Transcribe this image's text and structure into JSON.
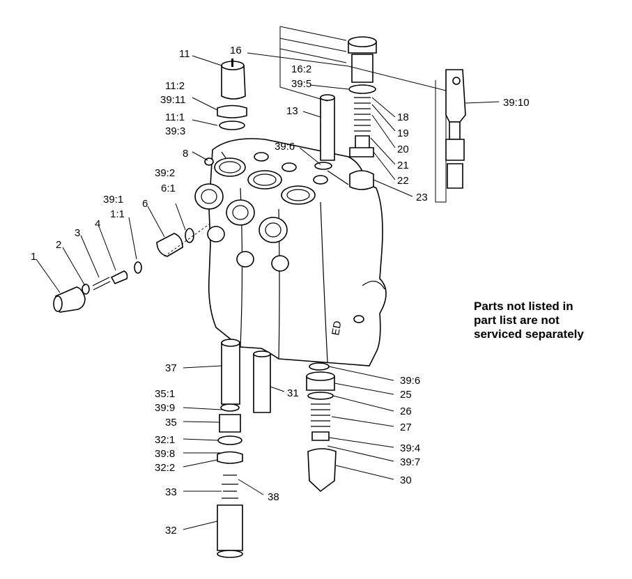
{
  "note": {
    "lines": [
      "Parts not listed in",
      "part list are not",
      "serviced separately"
    ]
  },
  "labels": {
    "p1": "1",
    "p2": "2",
    "p3": "3",
    "p4": "4",
    "p1_1": "1:1",
    "p39_1": "39:1",
    "p6": "6",
    "p39_2": "39:2",
    "p6_1": "6:1",
    "p8": "8",
    "p11": "11",
    "p11_2": "11:2",
    "p39_11": "39:11",
    "p11_1": "11:1",
    "p39_3": "39:3",
    "p16": "16",
    "p16_2": "16:2",
    "p39_5": "39:5",
    "p13": "13",
    "p39_6a": "39:6",
    "p18": "18",
    "p19": "19",
    "p20": "20",
    "p21": "21",
    "p22": "22",
    "p23": "23",
    "p39_10": "39:10",
    "p37": "37",
    "p31": "31",
    "p35_1": "35:1",
    "p39_9": "39:9",
    "p35": "35",
    "p32_1": "32:1",
    "p39_8": "39:8",
    "p32_2": "32:2",
    "p33": "33",
    "p38": "38",
    "p32": "32",
    "p39_6b": "39:6",
    "p25": "25",
    "p26": "26",
    "p27": "27",
    "p39_4": "39:4",
    "p39_7": "39:7",
    "p30": "30"
  }
}
